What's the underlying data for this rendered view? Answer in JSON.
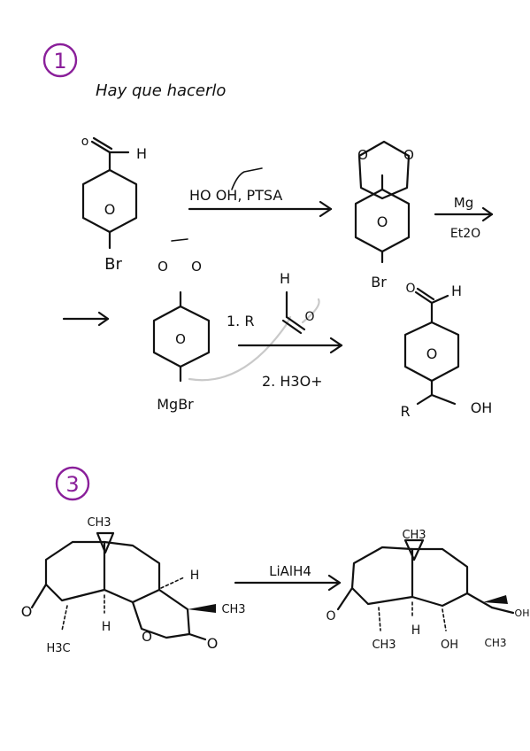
{
  "section1": {
    "number": "1",
    "note": "Hay que hacerlo"
  },
  "scheme1": {
    "sm_aldehyde_h": "H",
    "sm_ring": "O",
    "sm_br": "Br",
    "reagent1": "HO   OH, PTSA",
    "acetal_ring": "O",
    "acetal_o1": "O",
    "acetal_o2": "O",
    "acetal_br": "Br",
    "reagent2_top": "Mg",
    "reagent2_bottom": "Et2O",
    "grignard_o1": "O",
    "grignard_o2": "O",
    "grignard_ring": "O",
    "grignard_label": "MgBr",
    "step1_label": "1. R",
    "step1_h": "H",
    "step1_o": "O",
    "step2_label": "2. H3O+",
    "product_h": "H",
    "product_o": "O",
    "product_ring": "O",
    "product_r": "R",
    "product_oh": "OH"
  },
  "section3": {
    "number": "3"
  },
  "scheme3": {
    "sm_ch3_top": "CH3",
    "sm_h_right": "H",
    "sm_ch3_right": "CH3",
    "sm_o_ketone": "O",
    "sm_ch3_left": "H3C",
    "sm_h_mid": "H",
    "sm_o_lactone": "O",
    "sm_o_carbonyl": "O",
    "reagent": "LiAlH4",
    "pr_ch3_top": "CH3",
    "pr_o_ketone": "O",
    "pr_ch3_bottom": "CH3",
    "pr_h_mid": "H",
    "pr_oh_bottom": "OH",
    "pr_ch3_right": "CH3",
    "pr_oh_right": "OH"
  }
}
